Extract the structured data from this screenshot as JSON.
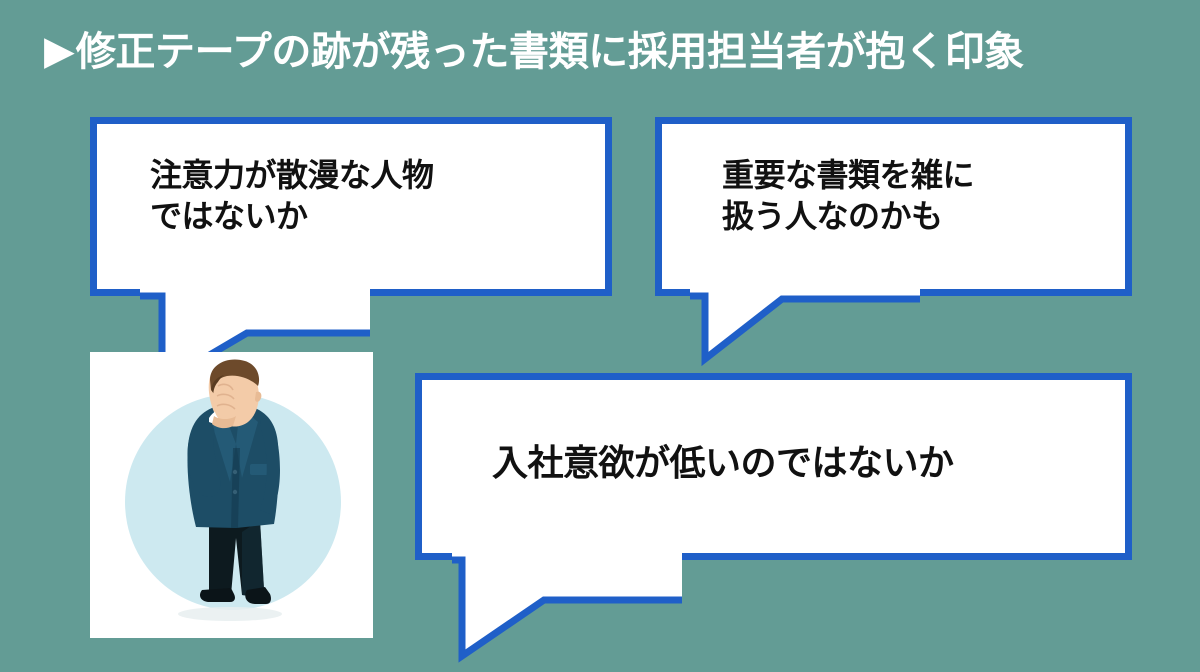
{
  "header": {
    "marker": "▶",
    "title": "修正テープの跡が残った書類に採用担当者が抱く印象"
  },
  "bubbles": [
    {
      "id": "bubble-1",
      "text": "注意力が散漫な人物\nではないか",
      "tail_direction": "down-left"
    },
    {
      "id": "bubble-2",
      "text": "重要な書類を雑に\n扱う人なのかも",
      "tail_direction": "down-left"
    },
    {
      "id": "bubble-3",
      "text": "入社意欲が低いのではないか",
      "tail_direction": "down-left"
    }
  ],
  "illustration": {
    "alt": "頭を抱えるスーツ姿の男性",
    "background_circle_color": "#cde9f0",
    "suit_color": "#1d4d66",
    "tie_color": "#d4581f",
    "hair_color": "#6d4a2b",
    "skin_color": "#f3cba8",
    "trouser_color": "#0d1a1f"
  },
  "colors": {
    "page_background": "#639c95",
    "bubble_border": "#1f5fc8",
    "bubble_fill": "#ffffff",
    "title_text": "#ffffff",
    "bubble_text": "#111111"
  }
}
